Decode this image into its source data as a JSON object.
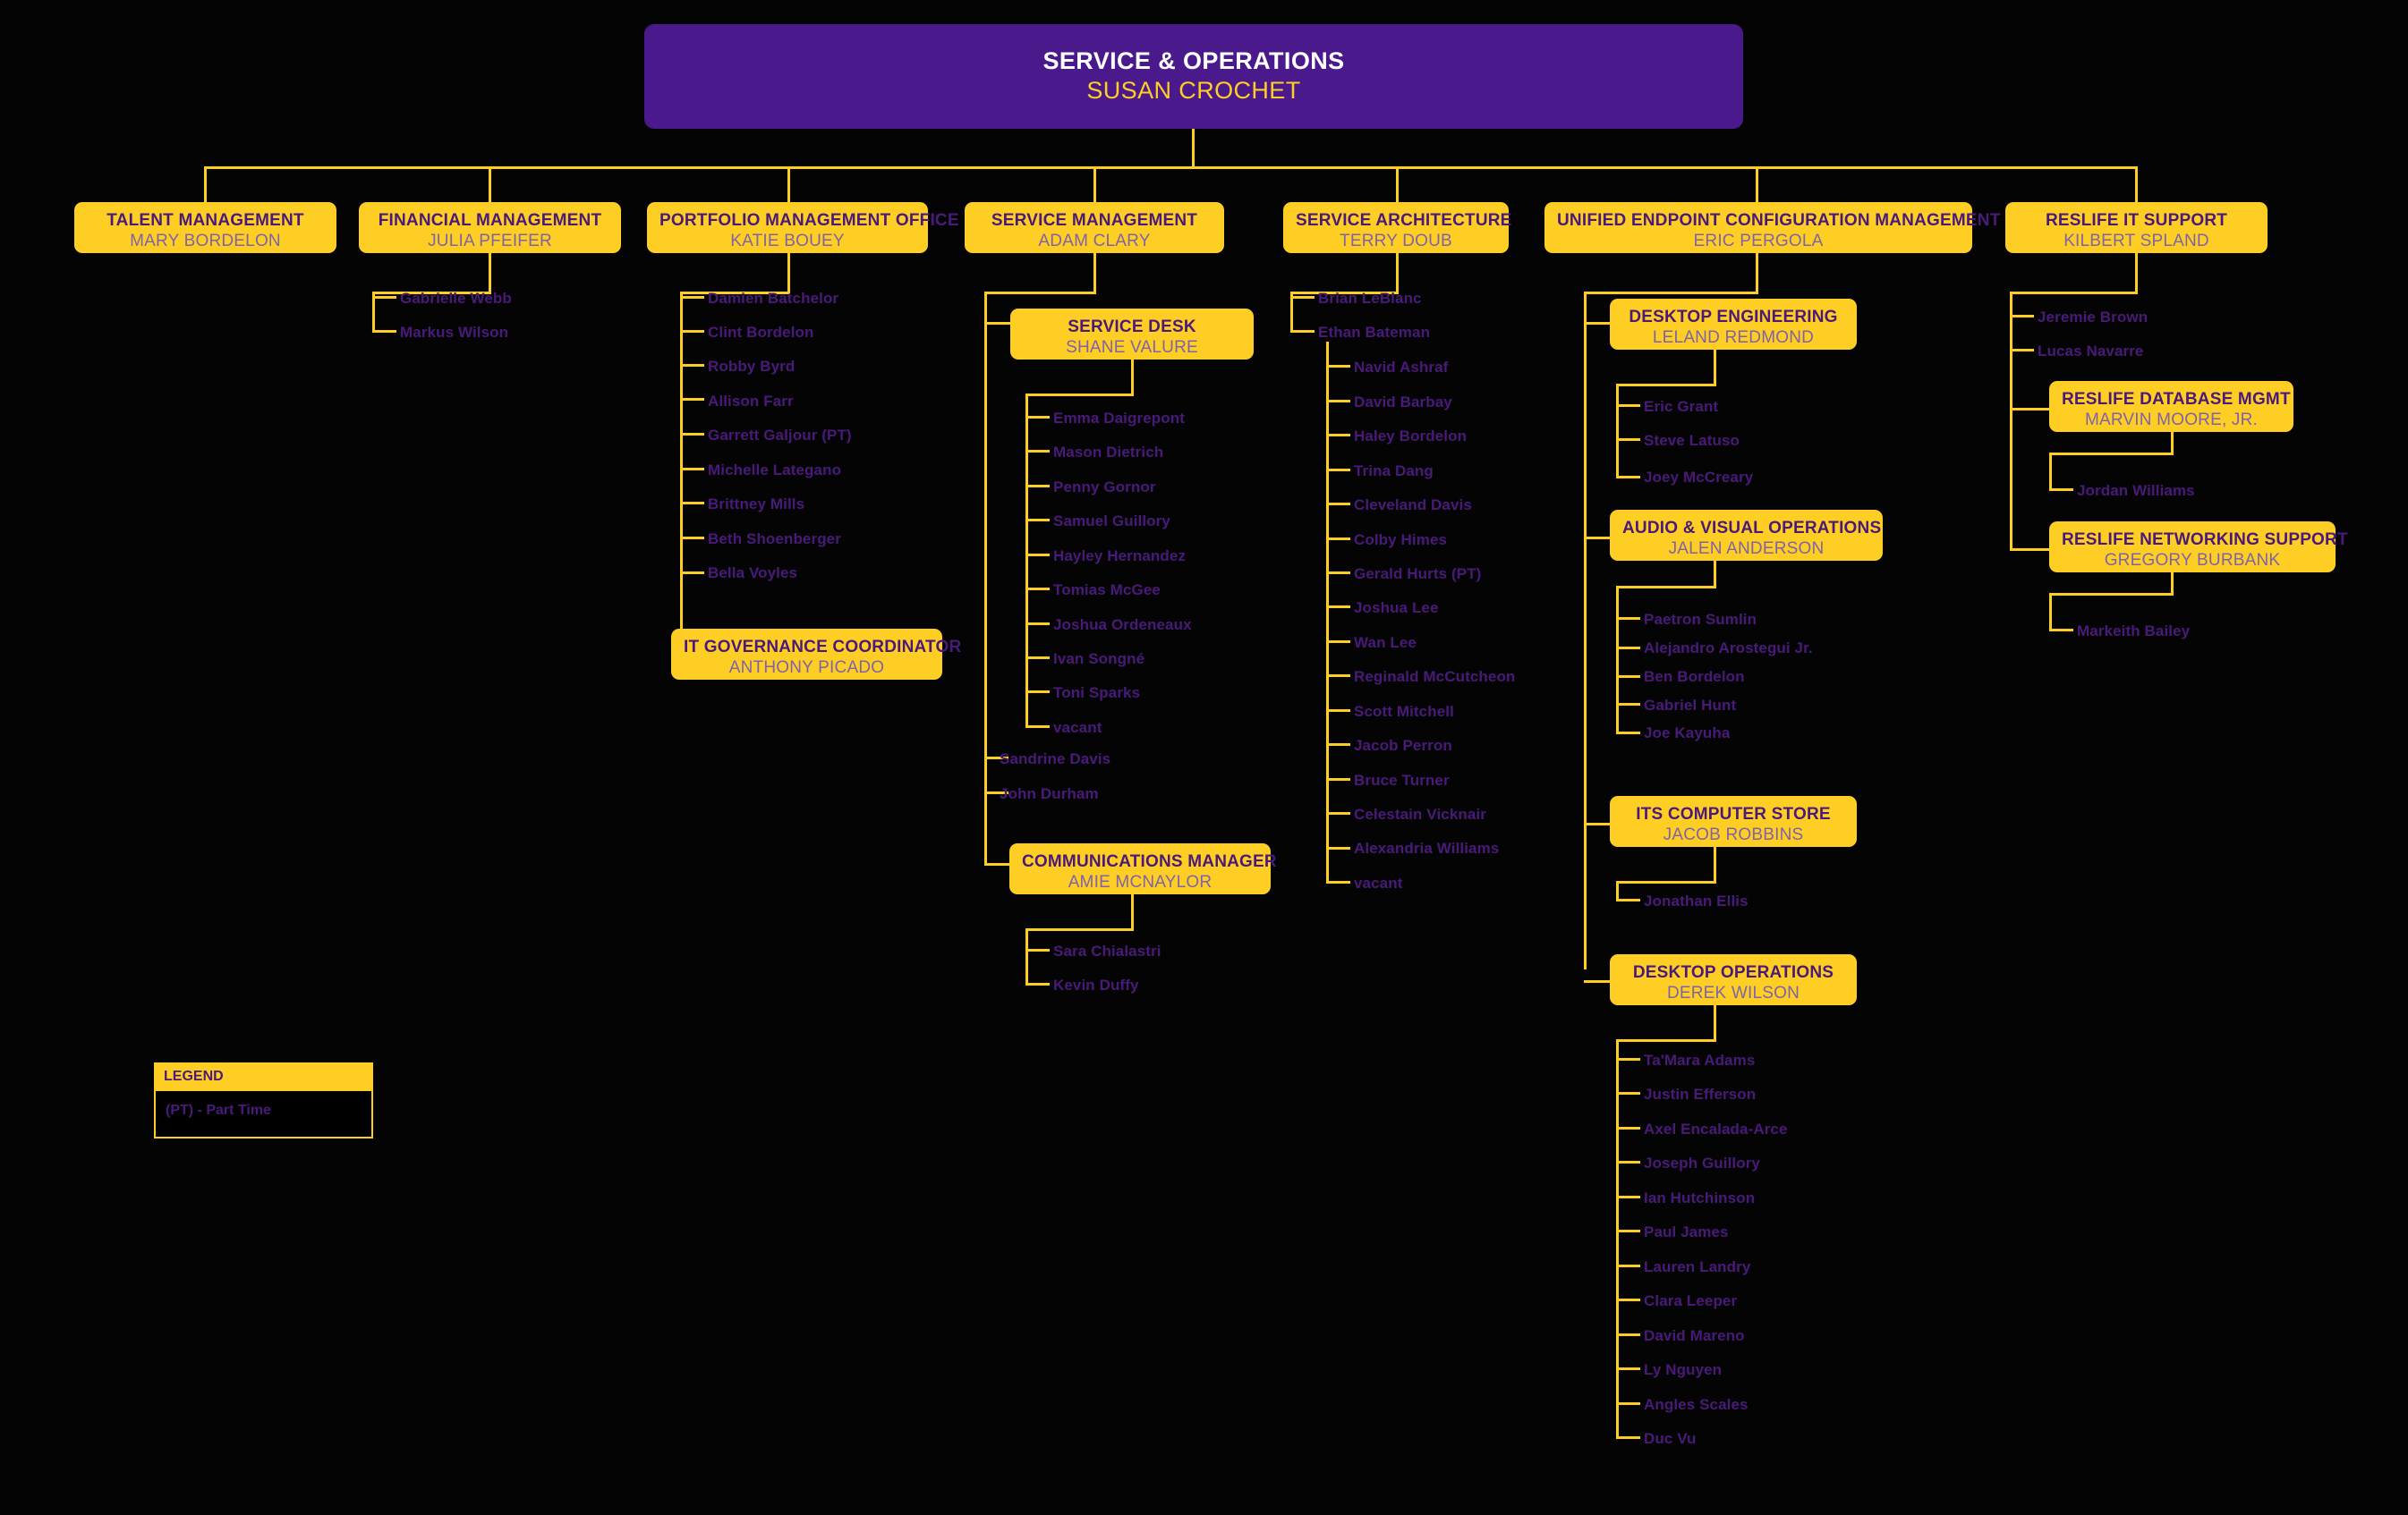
{
  "root": {
    "title": "SERVICE & OPERATIONS",
    "name": "SUSAN CROCHET"
  },
  "divisions": [
    {
      "title": "TALENT MANAGEMENT",
      "name": "MARY BORDELON"
    },
    {
      "title": "FINANCIAL MANAGEMENT",
      "name": "JULIA PFEIFER"
    },
    {
      "title": "PORTFOLIO MANAGEMENT OFFICE",
      "name": "KATIE BOUEY"
    },
    {
      "title": "SERVICE MANAGEMENT",
      "name": "ADAM CLARY"
    },
    {
      "title": "SERVICE ARCHITECTURE",
      "name": "TERRY DOUB"
    },
    {
      "title": "UNIFIED ENDPOINT CONFIGURATION MANAGEMENT",
      "name": "ERIC PERGOLA"
    },
    {
      "title": "RESLIFE IT SUPPORT",
      "name": "KILBERT SPLAND"
    }
  ],
  "sub_boxes": {
    "service_desk": {
      "title": "SERVICE DESK",
      "name": "SHANE VALURE"
    },
    "it_governance": {
      "title": "IT GOVERNANCE COORDINATOR",
      "name": "ANTHONY PICADO"
    },
    "communications": {
      "title": "COMMUNICATIONS MANAGER",
      "name": "AMIE MCNAYLOR"
    },
    "desktop_engineering": {
      "title": "DESKTOP ENGINEERING",
      "name": "LELAND REDMOND"
    },
    "audio_visual": {
      "title": "AUDIO & VISUAL OPERATIONS",
      "name": "JALEN ANDERSON"
    },
    "computer_store": {
      "title": "ITS COMPUTER STORE",
      "name": "JACOB ROBBINS"
    },
    "desktop_operations": {
      "title": "DESKTOP OPERATIONS",
      "name": "DEREK WILSON"
    },
    "reslife_database": {
      "title": "RESLIFE DATABASE MGMT",
      "name": "MARVIN MOORE, JR."
    },
    "reslife_networking": {
      "title": "RESLIFE NETWORKING SUPPORT",
      "name": "GREGORY BURBANK"
    }
  },
  "staff": {
    "financial_management": [
      "Gabrielle Webb",
      "Markus Wilson"
    ],
    "portfolio_management": [
      "Damien Batchelor",
      "Clint Bordelon",
      "Robby Byrd",
      "Allison Farr",
      "Garrett Galjour (PT)",
      "Michelle Lategano",
      "Brittney Mills",
      "Beth Shoenberger",
      "Bella Voyles"
    ],
    "service_desk": [
      "Emma Daigrepont",
      "Mason Dietrich",
      "Penny Gornor",
      "Samuel Guillory",
      "Hayley Hernandez",
      "Tomias McGee",
      "Joshua Ordeneaux",
      "Ivan Songné",
      "Toni Sparks",
      "vacant"
    ],
    "service_management_direct": [
      "Sandrine Davis",
      "John Durham"
    ],
    "communications": [
      "Sara Chialastri",
      "Kevin Duffy"
    ],
    "service_architecture_direct": [
      "Brian LeBlanc",
      "Ethan Bateman"
    ],
    "ethan_bateman": [
      "Navid Ashraf",
      "David Barbay",
      "Haley Bordelon",
      "Trina Dang",
      "Cleveland Davis",
      "Colby Himes",
      "Gerald Hurts (PT)",
      "Joshua Lee",
      "Wan Lee",
      "Reginald McCutcheon",
      "Scott Mitchell",
      "Jacob Perron",
      "Bruce Turner",
      "Celestain Vicknair",
      "Alexandria Williams",
      "vacant"
    ],
    "desktop_engineering": [
      "Eric Grant",
      "Steve Latuso",
      "Joey McCreary"
    ],
    "audio_visual": [
      "Paetron Sumlin",
      "Alejandro Arostegui Jr.",
      "Ben Bordelon",
      "Gabriel Hunt",
      "Joe Kayuha"
    ],
    "computer_store": [
      "Jonathan Ellis"
    ],
    "desktop_operations": [
      "Ta'Mara Adams",
      "Justin Efferson",
      "Axel Encalada-Arce",
      "Joseph Guillory",
      "Ian Hutchinson",
      "Paul James",
      "Lauren Landry",
      "Clara Leeper",
      "David Mareno",
      "Ly Nguyen",
      "Angles Scales",
      "Duc Vu"
    ],
    "reslife_direct": [
      "Jeremie Brown",
      "Lucas Navarre"
    ],
    "reslife_database": [
      "Jordan Williams"
    ],
    "reslife_networking": [
      "Markeith Bailey"
    ]
  },
  "legend": {
    "title": "LEGEND",
    "entry": "(PT) - Part Time"
  },
  "colors": {
    "accent": "#FECE24",
    "root": "#4A1A8C",
    "text_dark": "#4A1A7A",
    "text_muted": "#7F63A8",
    "background": "#000000"
  }
}
